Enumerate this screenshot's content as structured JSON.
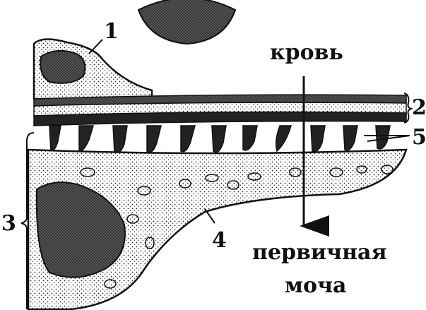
{
  "labels": {
    "n1": "1",
    "n2": "2",
    "n3": "3",
    "n4": "4",
    "n5": "5",
    "blood": "кровь",
    "urine_line1": "первичная",
    "urine_line2": "моча"
  },
  "colors": {
    "ink": "#111111",
    "stipple": "#2a2a2a",
    "paper": "#ffffff"
  }
}
